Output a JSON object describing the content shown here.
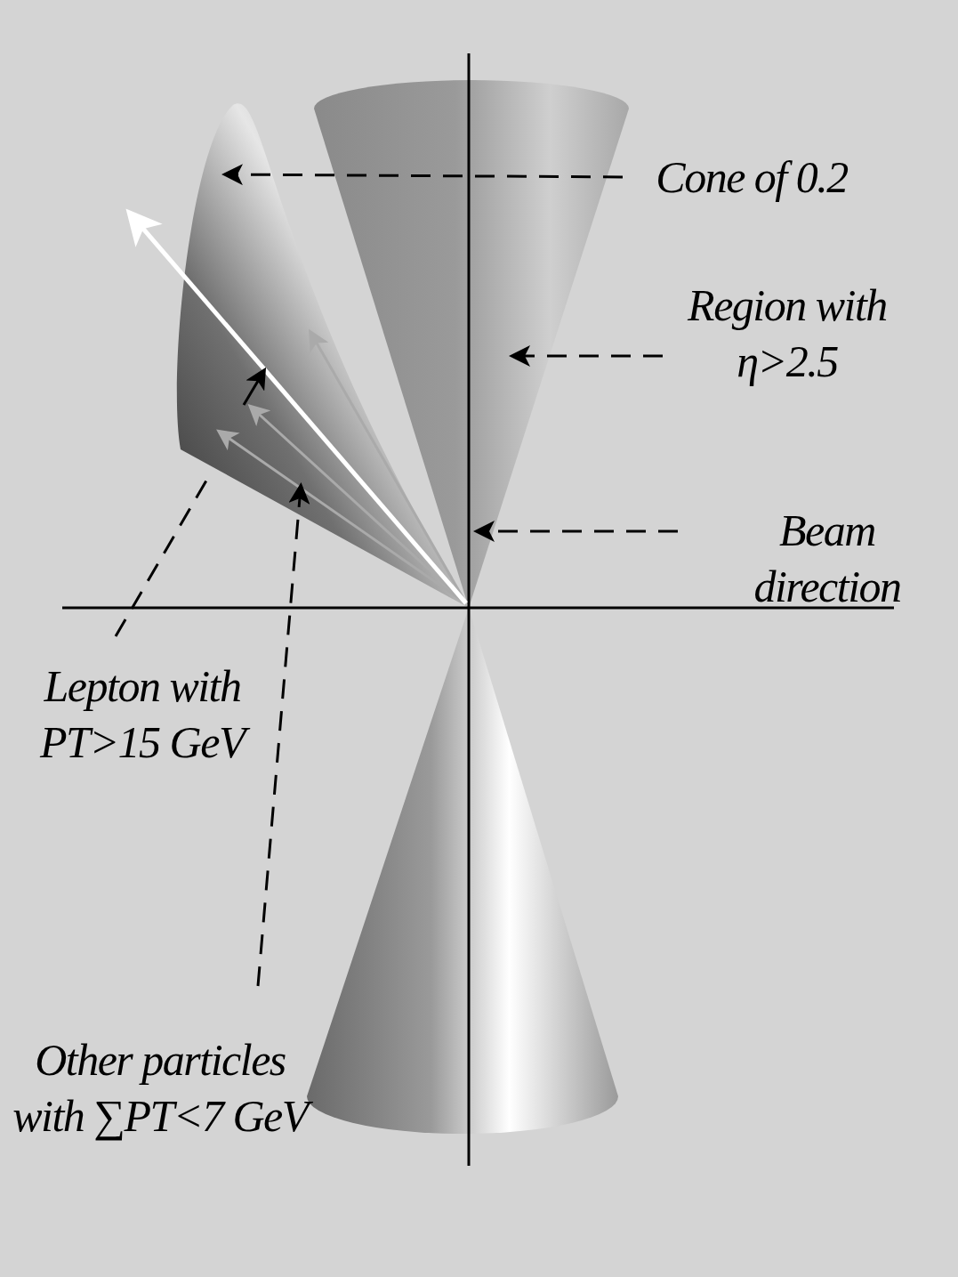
{
  "diagram": {
    "labels": [
      "Cone of 0.2",
      "Region with η>2.5",
      "Beam direction",
      "Lepton with PT>15 GeV",
      "Other particles with ∑PT<7 GeV"
    ]
  }
}
